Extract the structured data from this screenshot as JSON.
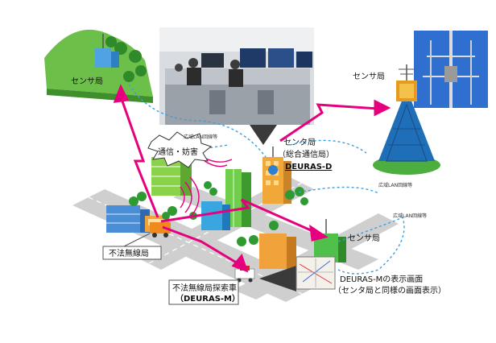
{
  "labels": {
    "sensor_left": "センサ局",
    "sensor_right_top": "センサ局",
    "sensor_right_mid": "センサ局",
    "center_line1": "センタ局",
    "center_line2": "（総合通信局）",
    "deuras_d": "DEURAS-D",
    "comm_interference": "通信・妨害",
    "illegal_station": "不法無線局",
    "vehicle_line1": "不法無線局探索車",
    "vehicle_line2": "（DEURAS-M）",
    "deuras_m_line1": "DEURAS-Mの表示画面",
    "deuras_m_line2": "（センタ局と同様の画面表示）",
    "lan_1": "広域LAN回線等",
    "lan_2": "広域LAN回線等",
    "lan_3": "広域LAN回線等"
  },
  "colors": {
    "radio_link": "#e6007e",
    "lan_line": "#3aa0e0",
    "road": "#c8c8c8",
    "grass": "#5cbf4a"
  }
}
